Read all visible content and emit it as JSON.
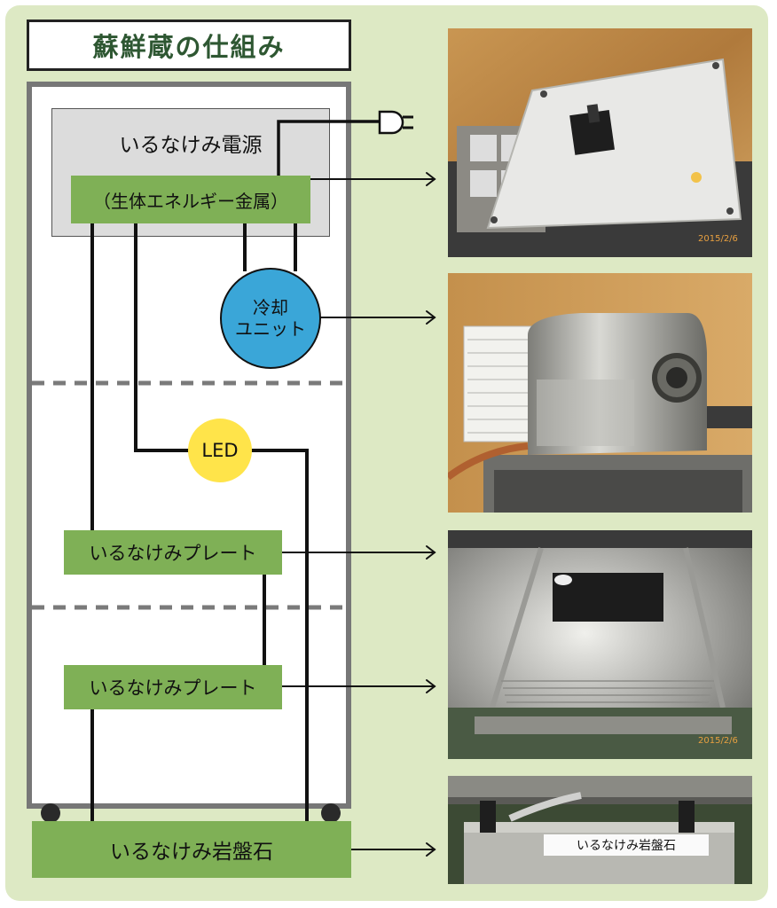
{
  "title": "蘇鮮蔵の仕組み",
  "components": {
    "power_title": "いるなけみ電源",
    "metal_label": "（生体エネルギー金属）",
    "cooling_unit": "冷却\nユニット",
    "led": "LED",
    "plate_upper": "いるなけみプレート",
    "plate_lower": "いるなけみプレート",
    "rock": "いるなけみ岩盤石"
  },
  "photos": [
    {
      "name": "power-supply-photo",
      "date_stamp": "2015/2/6"
    },
    {
      "name": "cooling-unit-photo"
    },
    {
      "name": "fridge-interior-photo",
      "date_stamp": "2015/2/6"
    },
    {
      "name": "rock-base-photo",
      "sign_text": "いるなけみ岩盤石"
    }
  ],
  "colors": {
    "background": "#dde9c4",
    "green_box": "#7fb056",
    "cooling_unit": "#3aa6d8",
    "led": "#ffe44a",
    "title_text": "#2e5732"
  }
}
